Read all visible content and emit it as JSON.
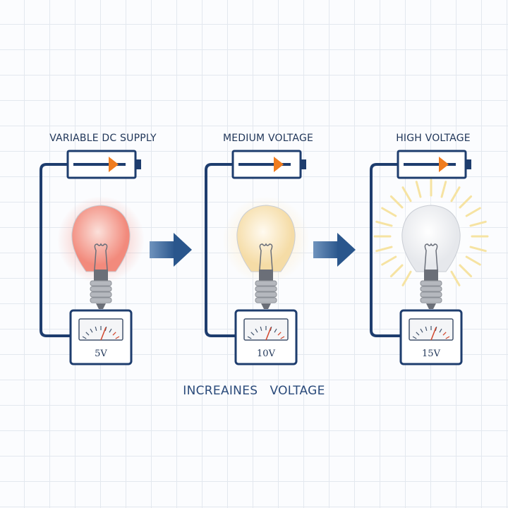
{
  "stages": [
    {
      "title": "VARIABLE DC SUPPLY",
      "reading": "5V",
      "glow": "#f4a39a",
      "bulb": "#f59b8f",
      "rays": false
    },
    {
      "title": "MEDIUM VOLTAGE",
      "reading": "10V",
      "glow": "#fde9bf",
      "bulb": "#f8e4b6",
      "rays": false
    },
    {
      "title": "HIGH VOLTAGE",
      "reading": "15V",
      "glow": "#ffffff",
      "bulb": "#f4f5f7",
      "rays": true
    }
  ],
  "footer": "INCREAINES   VOLTAGE",
  "colors": {
    "wire": "#1e3d6e",
    "slider": "#f07c1e",
    "arrow": "#2f5e93"
  }
}
